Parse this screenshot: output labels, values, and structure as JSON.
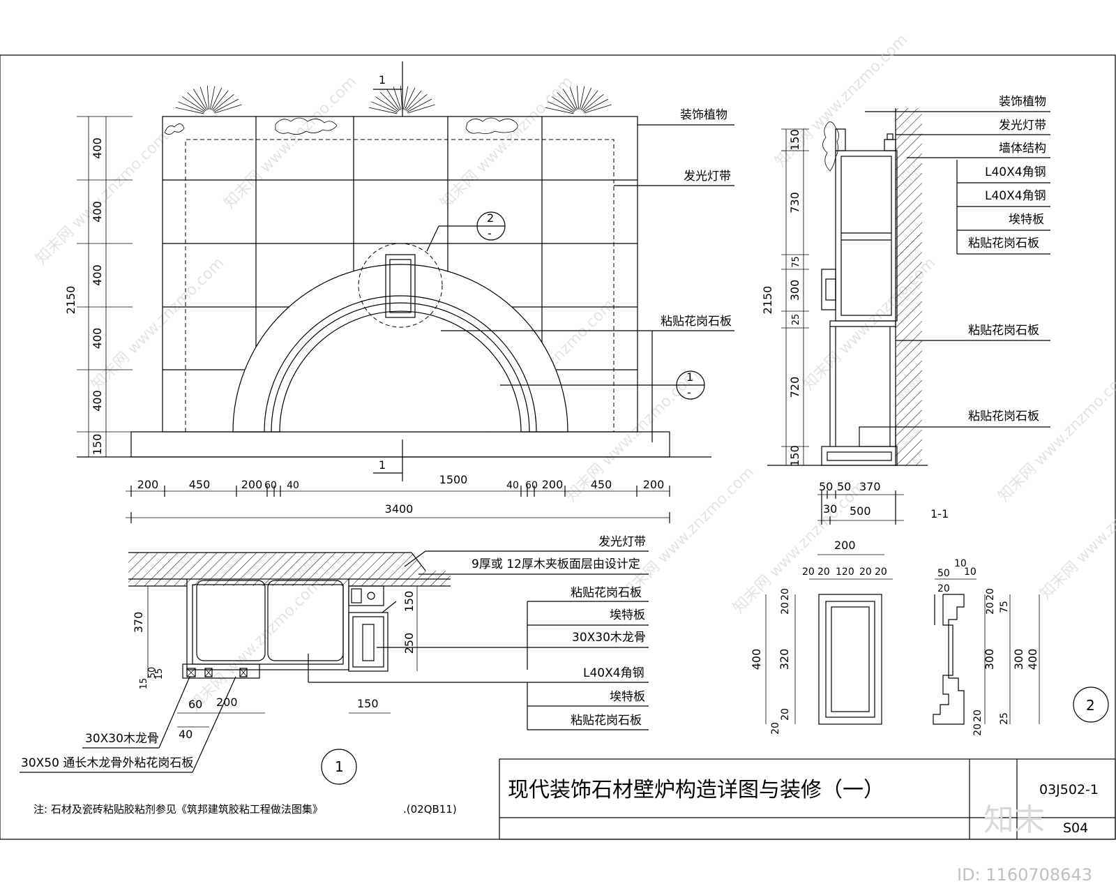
{
  "title_block": {
    "title": "现代装饰石材壁炉构造详图与装修（一）",
    "drawing_code": "03J502-1",
    "sheet": "S04"
  },
  "note": {
    "text": "注: 石材及瓷砖粘贴胶粘剂参见《筑邦建筑胶粘工程做法图集》",
    "ref": ".(02QB11)"
  },
  "elevation": {
    "section_mark": "1",
    "left_dims": [
      "400",
      "400",
      "400",
      "400",
      "400",
      "150"
    ],
    "total_height": "2150",
    "bottom_dims": [
      "200",
      "450",
      "200",
      "60",
      "40",
      "1500",
      "40",
      "60",
      "200",
      "450",
      "200"
    ],
    "total_width": "3400",
    "callouts": [
      "装饰植物",
      "发光灯带",
      "粘贴花岗石板"
    ],
    "detail_ref_2": {
      "num": "2",
      "sub": "-"
    },
    "detail_ref_1": {
      "num": "1",
      "sub": "-"
    }
  },
  "section_1_1": {
    "label": "1-1",
    "callouts": [
      "装饰植物",
      "发光灯带",
      "墙体结构",
      "L40X4角钢",
      "L40X4角钢",
      "埃特板",
      "粘贴花岗石板",
      "粘贴花岗石板",
      "粘贴花岗石板"
    ],
    "left_dims": [
      "150",
      "730",
      "75",
      "300",
      "25",
      "720",
      "150"
    ],
    "total_height": "2150",
    "bottom_dims": [
      "50",
      "50",
      "370"
    ],
    "bottom_dims_2": [
      "30",
      "500"
    ]
  },
  "plan_detail_1": {
    "circle_num": "1",
    "callouts": [
      "发光灯带",
      "9厚或 12厚木夹板面层由设计定",
      "粘贴花岗石板",
      "埃特板",
      "30X30木龙骨",
      "L40X4角钢",
      "埃特板",
      "粘贴花岗石板"
    ],
    "left_callouts": [
      "30X30木龙骨",
      "30X50 通长木龙骨外粘花岗石板"
    ],
    "dims": [
      "370",
      "150",
      "250",
      "15",
      "50",
      "15",
      "60",
      "200",
      "40",
      "150"
    ]
  },
  "detail_2": {
    "circle_num": "2",
    "front_top_dims": [
      "200",
      "20",
      "20",
      "120",
      "20",
      "20"
    ],
    "front_left_dims": [
      "400",
      "20",
      "20",
      "320",
      "20",
      "20"
    ],
    "side_top_dims": [
      "50",
      "10",
      "10",
      "20"
    ],
    "side_right_dims": [
      "20",
      "20",
      "75",
      "300",
      "20",
      "20",
      "25",
      "400"
    ]
  },
  "watermarks": {
    "site": "www.znzmo.com",
    "cn": "知末网",
    "logo": "知末",
    "id": "ID: 1160708643"
  }
}
